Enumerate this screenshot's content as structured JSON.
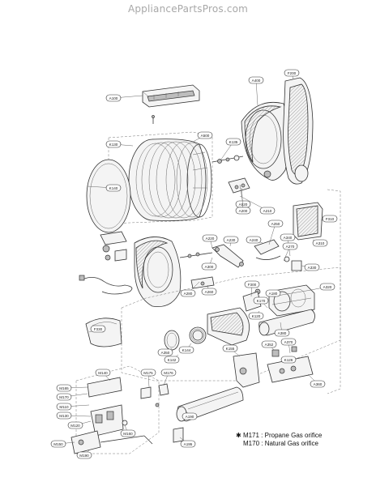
{
  "header": {
    "site": "AppliancePartsPros.com"
  },
  "legend": [
    {
      "marker": "✱",
      "code": "M171",
      "text": "Propane Gas orifice"
    },
    {
      "marker": "",
      "code": "M170",
      "text": "Natural Gas orifice"
    }
  ],
  "callouts": [
    "A100",
    "F200",
    "A400",
    "K130",
    "A500",
    "K140",
    "K135",
    "A520",
    "A200",
    "A210",
    "F310",
    "A220",
    "A230",
    "A240",
    "A250",
    "A330",
    "A300",
    "A340",
    "A310",
    "A270",
    "A260",
    "A280",
    "F300",
    "A180",
    "K120",
    "K170",
    "A320",
    "F330",
    "A380",
    "A352",
    "A370",
    "K126",
    "A360",
    "K155",
    "A350",
    "K144",
    "K142",
    "M140",
    "M175",
    "M176",
    "M165",
    "M170",
    "M110",
    "M130",
    "M120",
    "M150",
    "M160",
    "A190",
    "A195",
    "M190"
  ]
}
